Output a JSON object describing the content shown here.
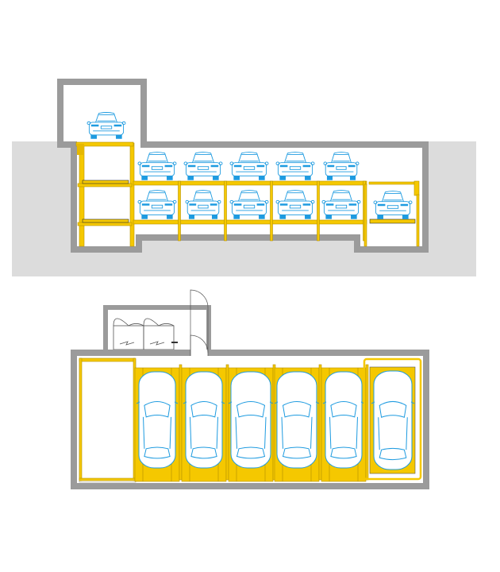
{
  "colors": {
    "ground": "#dcdcdc",
    "wall": "#9b9b9b",
    "steel": "#f5c800",
    "steel_edge": "#b89400",
    "car": "#1e9be0",
    "line": "#555555"
  },
  "section_view": {
    "rack_columns": 5,
    "rack_levels": 2,
    "left_lift_levels": 3,
    "right_lift_cars": 1,
    "top_cars": 1
  },
  "plan_view": {
    "bays": 6,
    "machine_room_cabinets": 2
  }
}
